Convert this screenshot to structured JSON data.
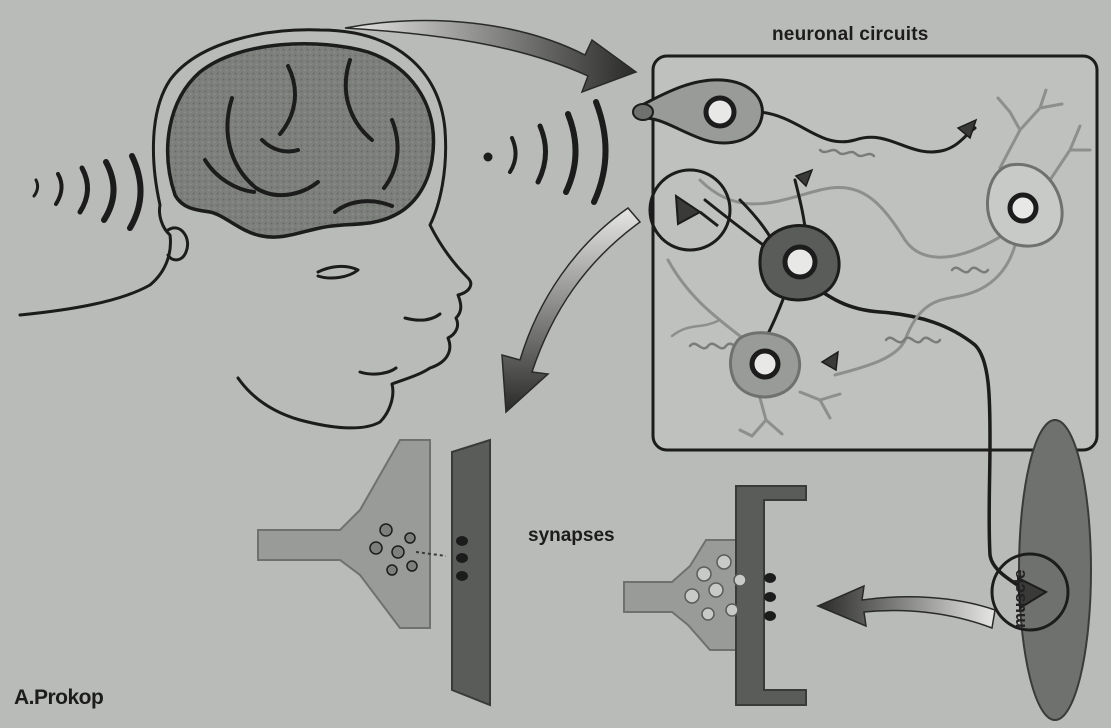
{
  "labels": {
    "circuits": "neuronal circuits",
    "synapses": "synapses",
    "muscle": "muscle",
    "credit": "A.Prokop"
  },
  "colors": {
    "background": "#b9bbb8",
    "brain_fill": "#7d7f7c",
    "outline": "#1c1c1c",
    "cell_fill": "#999b98",
    "cell_light": "#c8cac7",
    "cell_dark": "#5a5c59",
    "membrane": "#6f716e"
  },
  "icons": {
    "head": "human-head-profile-icon",
    "brain": "brain-icon",
    "sound": "sound-waves-icon",
    "neuron": "neuron-cell-icon",
    "arrow": "curved-arrow-icon",
    "vesicle": "synaptic-vesicle-icon"
  }
}
